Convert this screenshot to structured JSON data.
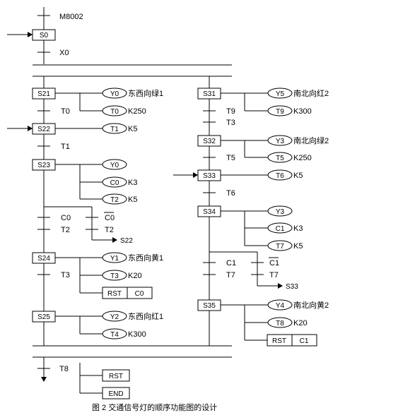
{
  "caption": "图 2  交通信号灯的顺序功能图的设计",
  "initial": {
    "condition": "M8002",
    "step": "S0",
    "transition": "X0"
  },
  "left_branch": {
    "steps": [
      {
        "name": "S21",
        "actions": [
          {
            "kind": "coil",
            "label": "Y0",
            "text": "东西向绿1"
          },
          {
            "kind": "coil",
            "label": "T0",
            "text": "K250"
          }
        ]
      },
      {
        "name": "S22",
        "actions": [
          {
            "kind": "coil",
            "label": "T1",
            "text": "K5"
          }
        ]
      },
      {
        "name": "S23",
        "actions": [
          {
            "kind": "coil",
            "label": "Y0",
            "text": ""
          },
          {
            "kind": "coil",
            "label": "C0",
            "text": "K3"
          },
          {
            "kind": "coil",
            "label": "T2",
            "text": "K5"
          }
        ]
      },
      {
        "name": "S24",
        "actions": [
          {
            "kind": "coil",
            "label": "Y1",
            "text": "东西向黄1"
          },
          {
            "kind": "coil",
            "label": "T3",
            "text": "K20"
          },
          {
            "kind": "box",
            "label": "RST",
            "text": "C0"
          }
        ]
      },
      {
        "name": "S25",
        "actions": [
          {
            "kind": "coil",
            "label": "Y2",
            "text": "东西向红1"
          },
          {
            "kind": "coil",
            "label": "T4",
            "text": "K300"
          }
        ]
      }
    ],
    "transitions": [
      "T0",
      "T1",
      "T3"
    ],
    "loop": {
      "cond_a": "C0",
      "cond_b": "C0",
      "cond_c": "T2",
      "cond_d": "T2",
      "target": "S22"
    }
  },
  "right_branch": {
    "steps": [
      {
        "name": "S31",
        "actions": [
          {
            "kind": "coil",
            "label": "Y5",
            "text": "南北向红2"
          },
          {
            "kind": "coil",
            "label": "T9",
            "text": "K300"
          }
        ]
      },
      {
        "name": "S32",
        "actions": [
          {
            "kind": "coil",
            "label": "Y3",
            "text": "南北向绿2"
          },
          {
            "kind": "coil",
            "label": "T5",
            "text": "K250"
          }
        ]
      },
      {
        "name": "S33",
        "actions": [
          {
            "kind": "coil",
            "label": "T6",
            "text": "K5"
          }
        ]
      },
      {
        "name": "S34",
        "actions": [
          {
            "kind": "coil",
            "label": "Y3",
            "text": ""
          },
          {
            "kind": "coil",
            "label": "C1",
            "text": "K3"
          },
          {
            "kind": "coil",
            "label": "T7",
            "text": "K5"
          }
        ]
      },
      {
        "name": "S35",
        "actions": [
          {
            "kind": "coil",
            "label": "Y4",
            "text": "南北向黄2"
          },
          {
            "kind": "coil",
            "label": "T8",
            "text": "K20"
          },
          {
            "kind": "box",
            "label": "RST",
            "text": "C1"
          }
        ]
      }
    ],
    "transitions": [
      "T9",
      "T3",
      "T5",
      "T6"
    ],
    "loop": {
      "cond_a": "C1",
      "cond_b": "C1",
      "cond_c": "T7",
      "cond_d": "T7",
      "target": "S33"
    }
  },
  "final": {
    "transition": "T8",
    "actions": [
      "RST",
      "END"
    ]
  }
}
